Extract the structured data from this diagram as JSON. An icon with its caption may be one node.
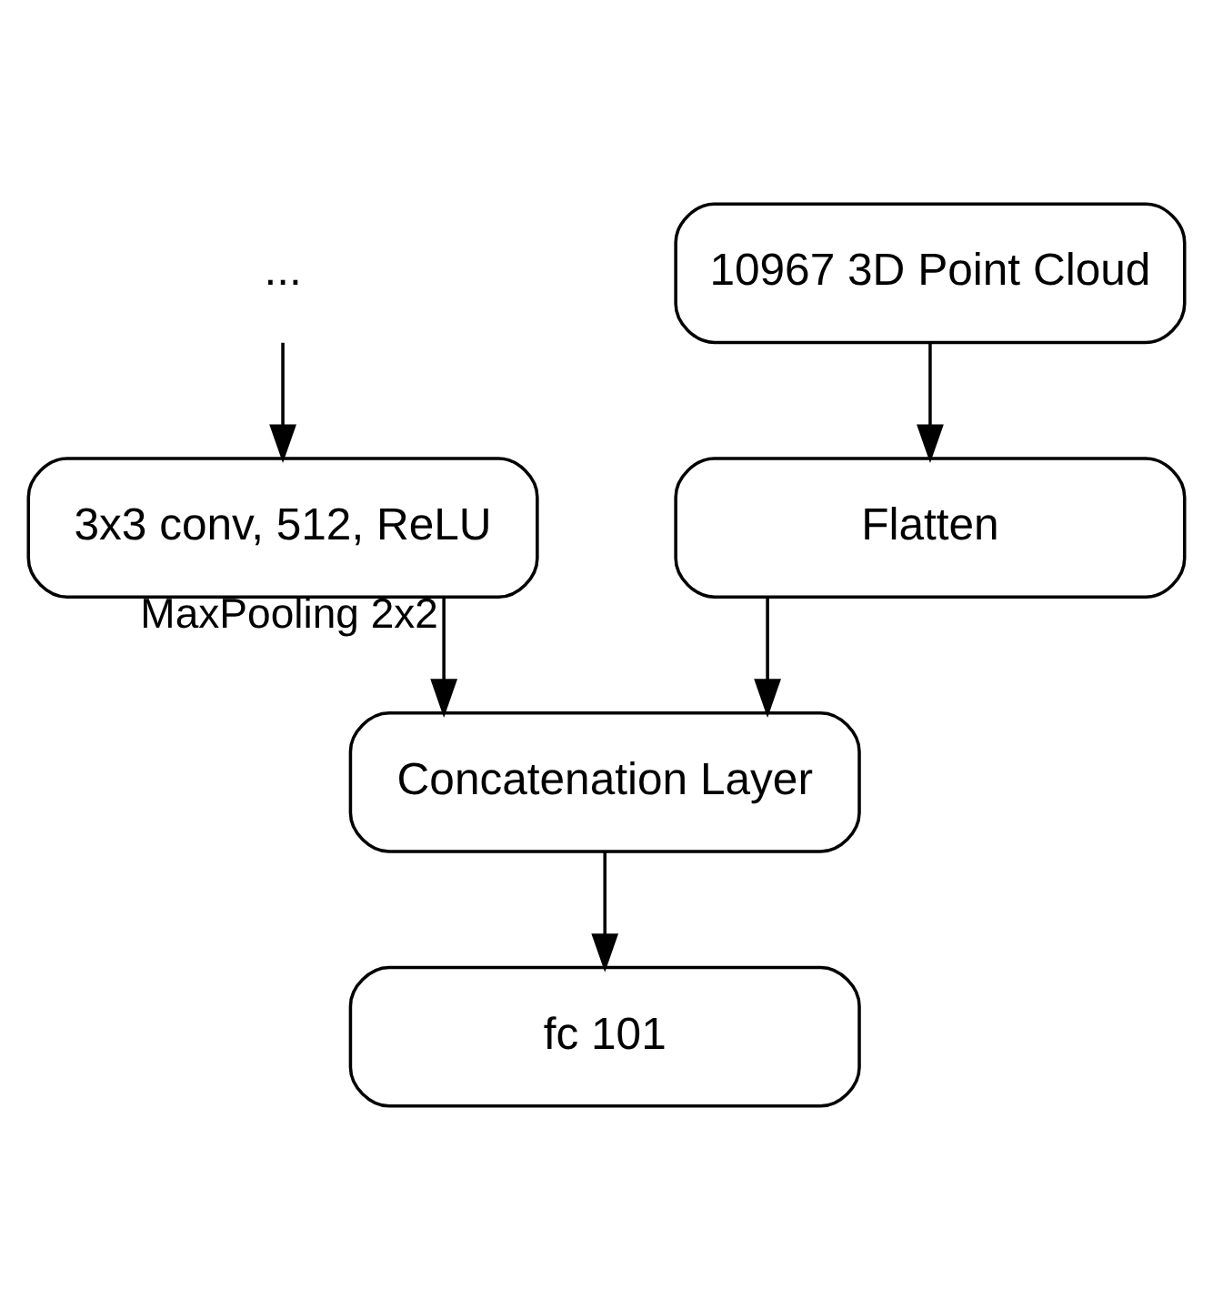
{
  "diagram": {
    "nodes": [
      {
        "text": [
          "..."
        ]
      },
      {
        "text": [
          "3x3 conv, 512, ReLU"
        ]
      },
      {
        "text": [
          "10967 3D Point Cloud"
        ]
      },
      {
        "text": [
          "Flatten"
        ]
      },
      {
        "text": [
          "Concatenation Layer"
        ]
      },
      {
        "text": [
          "fc 101"
        ]
      }
    ],
    "edges": [
      {
        "from": 0,
        "to": 1,
        "arrow": "to"
      },
      {
        "from": 1,
        "to": 4,
        "arrow": "to",
        "label": "MaxPooling 2x2"
      },
      {
        "from": 2,
        "to": 3,
        "arrow": "to"
      },
      {
        "from": 3,
        "to": 4,
        "arrow": "to"
      },
      {
        "from": 4,
        "to": 5,
        "arrow": "to"
      }
    ]
  }
}
